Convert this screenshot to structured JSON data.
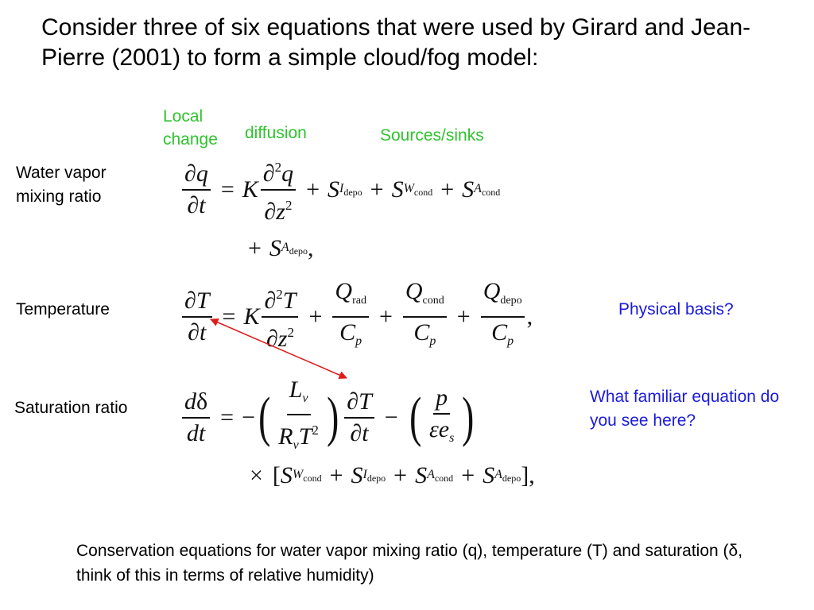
{
  "title": "Consider three of six equations that were used by Girard and Jean-Pierre (2001) to form a simple cloud/fog model:",
  "term_labels": {
    "local_change": "Local change",
    "diffusion": "diffusion",
    "sources_sinks": "Sources/sinks"
  },
  "row_labels": {
    "water_vapor": "Water vapor mixing ratio",
    "temperature": "Temperature",
    "saturation": "Saturation ratio"
  },
  "annotations": {
    "physical_basis": "Physical basis?",
    "familiar_equation": "What familiar equation do you see here?"
  },
  "caption": "Conservation equations for water vapor mixing ratio (q), temperature (T) and saturation (δ, think of this in terms of relative humidity)",
  "colors": {
    "green_labels": "#2ec32e",
    "blue_annotations": "#1b1bdc",
    "arrow": "#e01b1b"
  }
}
